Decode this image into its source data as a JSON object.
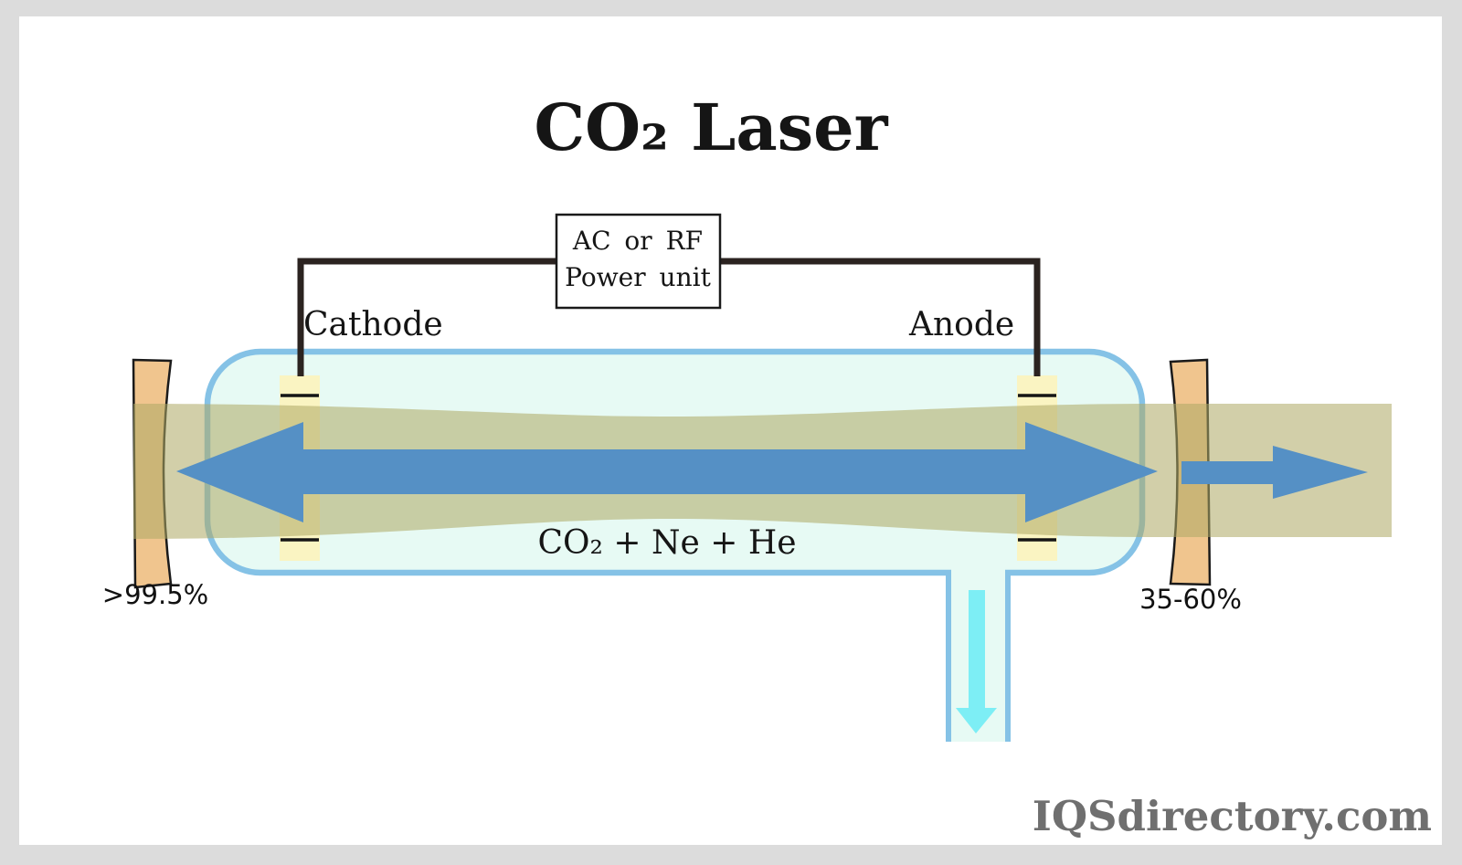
{
  "title": "CO₂ Laser",
  "power_unit": {
    "line1": "AC or RF",
    "line2": "Power unit"
  },
  "electrodes": {
    "cathode_label": "Cathode",
    "anode_label": "Anode"
  },
  "tube": {
    "gas_mixture_label": "CO₂ + Ne + He"
  },
  "mirrors": {
    "rear": {
      "reflectivity_label": ">99.5%"
    },
    "output_coupler": {
      "transmission_label": "35-60%"
    }
  },
  "watermark": "IQSdirectory.com",
  "colors": {
    "frame_gray": "#dcdcdc",
    "tube_border_blue": "#85c2e6",
    "tube_fill_cyan": "#e7faf4",
    "beam_arrow_blue": "#5590c5",
    "gas_glow_olive": "rgba(174,169,102,0.56)",
    "electrode_yellow": "#faf4c2",
    "mirror_tan": "#f0c58e",
    "gas_flow_cyan": "#7deef5",
    "wire_black": "#2b2320",
    "watermark_gray": "#6f6f6f"
  }
}
